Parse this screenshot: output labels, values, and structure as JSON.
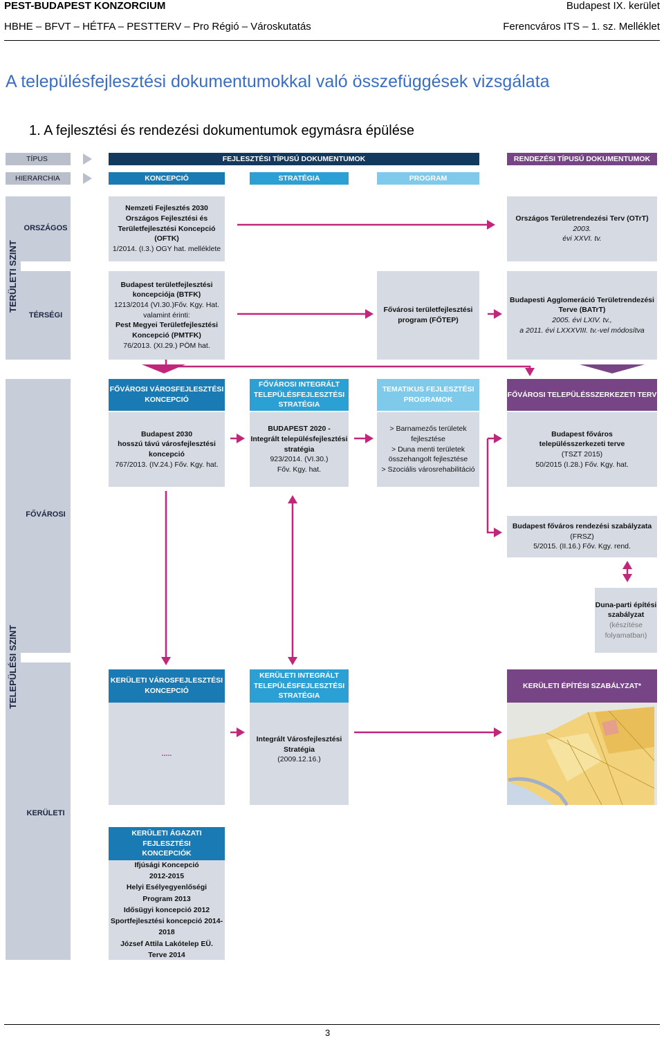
{
  "header": {
    "left_title": "PEST-BUDAPEST KONZORCIUM",
    "left_sub": "HBHE – BFVT – HÉTFA – PESTTERV – Pro Régió – Városkutatás",
    "right_title": "Budapest IX. kerület",
    "right_sub": "Ferencváros ITS – 1. sz. Melléklet"
  },
  "title": "A településfejlesztési dokumentumokkal való összefüggések vizsgálata",
  "subtitle": "1.  A fejlesztési és rendezési dokumentumok egymásra épülése",
  "diagram": {
    "row_tipus": "TÍPUS",
    "row_hierarchia": "HIERARCHIA",
    "fejlesztesi": "FEJLESZTÉSI TÍPUSÚ DOKUMENTUMOK",
    "rendezesi": "RENDEZÉSI TÍPUSÚ DOKUMENTUMOK",
    "koncepcio": "KONCEPCIÓ",
    "strategia": "STRATÉGIA",
    "program": "PROGRAM",
    "teruleti_szint": "TERÜLETI SZINT",
    "telepulesi_szint": "TELEPÜLÉSI SZINT",
    "orszagos": "ORSZÁGOS",
    "tersegi": "TÉRSÉGI",
    "fovarosi": "FŐVÁROSI",
    "keruleti": "KERÜLETI",
    "oftk": "Nemzeti Fejlesztés 2030\nOrszágos Fejlesztési és\nTerületfejlesztési Koncepció\n(OFTK)",
    "oftk_ref": "1/2014. (I.3.) OGY hat. melléklete",
    "otrt": "Országos Területrendezési Terv (OTrT)",
    "otrt_ref": "2003.\névi XXVI. tv.",
    "btfk": "Budapest területfejlesztési\nkoncepciója (BTFK)",
    "btfk_ref": "1213/2014 (VI.30.)Főv. Kgy. Hat.\nvalamint érinti:",
    "pmtfk": "Pest Megyei Területfejlesztési\nKoncepció (PMTFK)",
    "pmtfk_ref": "76/2013. (XI.29.) PÖM hat.",
    "fotep": "Fővárosi területfejlesztési\nprogram (FŐTEP)",
    "batrt": "Budapesti Agglomeráció Területrendezési\nTerve (BATrT)",
    "batrt_ref": "2005. évi LXIV. tv.,\na 2011. évi LXXXVIII. tv.-vel módosítva",
    "fov_vfk_head": "FŐVÁROSI VÁROSFEJLESZTÉSI\nKONCEPCIÓ",
    "fov_its_head": "FŐVÁROSI INTEGRÁLT\nTELEPÜLÉSFEJLESZTÉSI\nSTRATÉGIA",
    "tem_prog_head": "TEMATIKUS FEJLESZTÉSI\nPROGRAMOK",
    "fov_tszt_head": "FŐVÁROSI TELEPÜLÉSSZERKEZETI TERV",
    "bp2030": "Budapest 2030\nhosszú távú városfejlesztési\nkoncepció",
    "bp2030_ref": "767/2013. (IV.24.) Főv. Kgy. hat.",
    "bp2020": "BUDAPEST 2020 -\nIntegrált településfejlesztési\nstratégia",
    "bp2020_ref": "923/2014. (VI.30.)\nFőv. Kgy. hat.",
    "tem_list": "> Barnamezős területek\nfejlesztése\n> Duna menti területek\nösszehangolt fejlesztése\n> Szociális városrehabilitáció",
    "tszt": "Budapest főváros\ntelepülésszerkezeti terve",
    "tszt_ref": "(TSZT 2015)\n50/2015 (I.28.) Főv. Kgy. hat.",
    "frsz": "Budapest főváros rendezési szabályzata",
    "frsz_ref": "(FRSZ)\n5/2015. (II.16.) Főv. Kgy. rend.",
    "duna": "Duna-parti építési\nszabályzat",
    "duna_ref": "(készítése\nfolyamatban)",
    "ker_vfk_head": "KERÜLETI VÁROSFEJLESZTÉSI\nKONCEPCIÓ",
    "ker_its_head": "KERÜLETI INTEGRÁLT\nTELEPÜLÉSFEJLESZTÉSI\nSTRATÉGIA",
    "ker_esz_head": "KERÜLETI ÉPÍTÉSI SZABÁLYZAT*",
    "dots": ".....",
    "ivs": "Integrált Városfejlesztési\nStratégia",
    "ivs_date": "(2009.12.16.)",
    "agazati_head": "KERÜLETI ÁGAZATI FEJLESZTÉSI\nKONCEPCIÓK",
    "agazati_list": "Ifjúsági Koncepció\n2012-2015\nHelyi Esélyegyenlőségi\nProgram 2013\nIdősügyi koncepció  2012\nSportfejlesztési koncepció 2014-\n2018\nJózsef Attila Lakótelep EÜ.\nTerve 2014"
  },
  "page_number": "3",
  "colors": {
    "title_blue": "#3a6ec2",
    "dark_navy": "#13395e",
    "mid_blue": "#1a7ab3",
    "light_blue": "#2ba0d4",
    "pale_blue": "#7fc9ea",
    "purple": "#774585",
    "magenta_arrow": "#c0267a",
    "box_gray": "#d6dbe3"
  }
}
